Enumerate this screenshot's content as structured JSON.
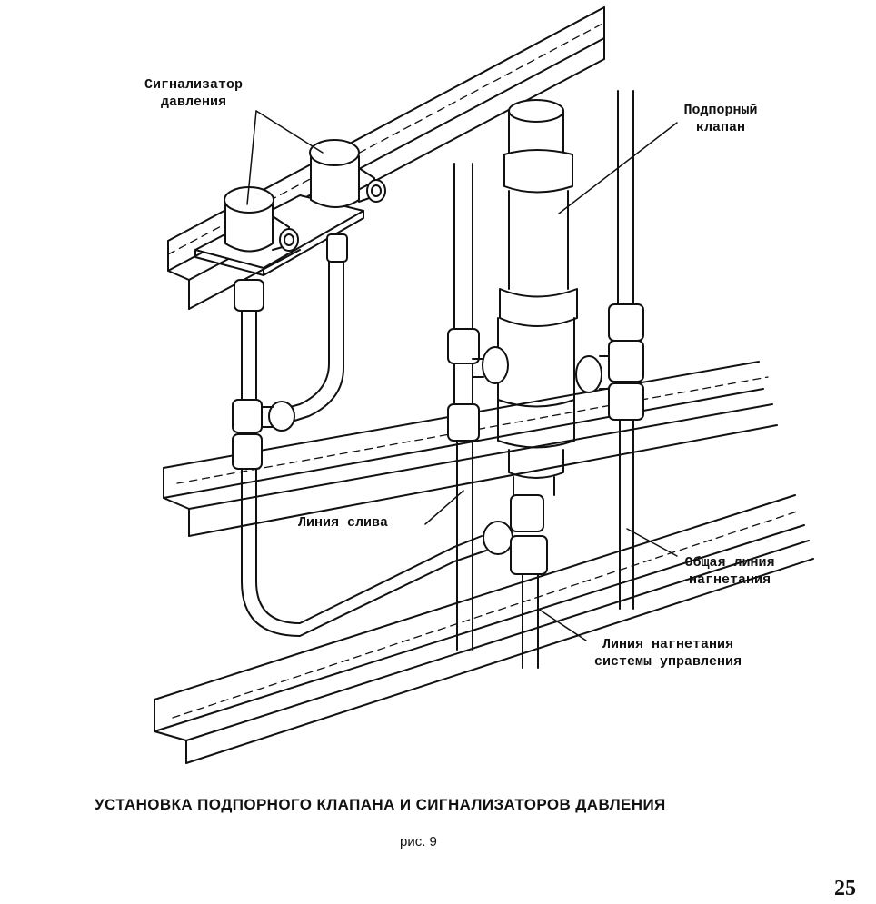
{
  "labels": {
    "pressure_switch_line1": "Сигнализатор",
    "pressure_switch_line2": "давления",
    "backpressure_valve_line1": "Подпорный",
    "backpressure_valve_line2": "клапан",
    "drain_line": "Линия слива",
    "common_discharge_line1": "Общая линия",
    "common_discharge_line2": "нагнетания",
    "control_discharge_line1": "Линия нагнетания",
    "control_discharge_line2": "системы управления"
  },
  "caption": {
    "title": "УСТАНОВКА ПОДПОРНОГО КЛАПАНА И СИГНАЛИЗАТОРОВ ДАВЛЕНИЯ",
    "figure": "рис. 9"
  },
  "page_number": "25"
}
